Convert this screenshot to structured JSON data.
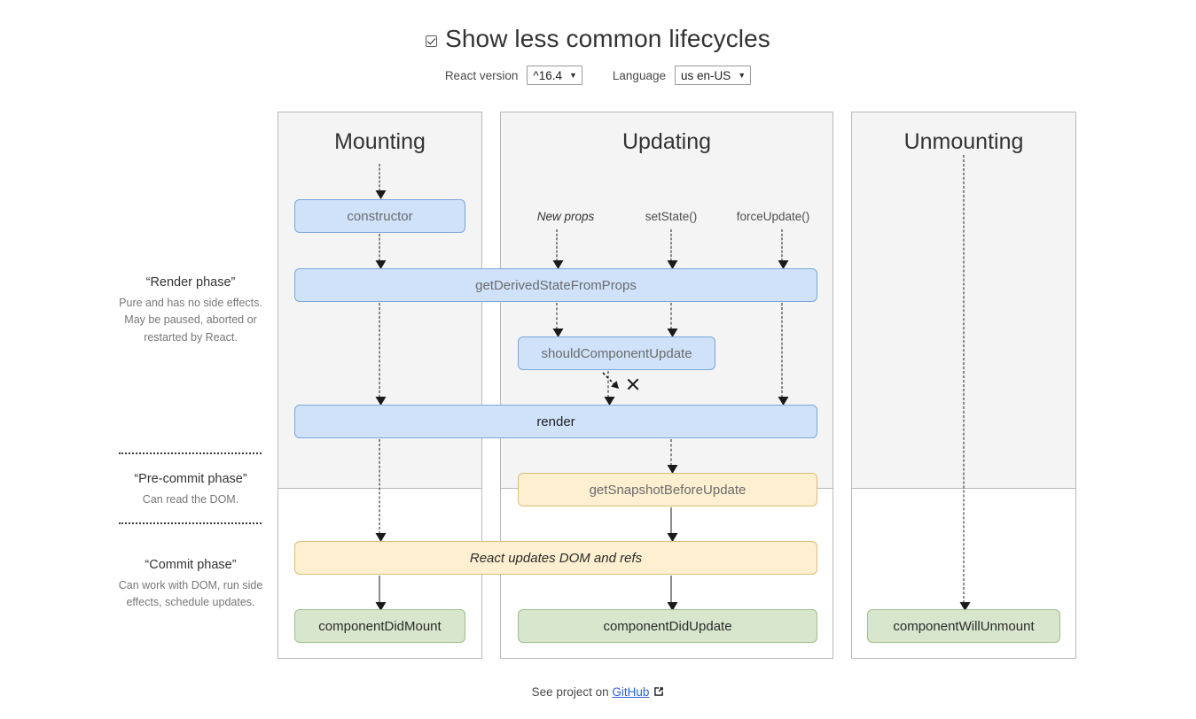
{
  "header": {
    "checkbox_label": "Show less common lifecycles",
    "checkbox_checked": true,
    "react_version_label": "React version",
    "react_version_value": "^16.4",
    "language_label": "Language",
    "language_value": "us en-US",
    "caret_icon": "chevron-down-icon"
  },
  "phases": [
    {
      "name": "“Render phase”",
      "desc": "Pure and has no side effects. May be paused, aborted or restarted by React."
    },
    {
      "name": "“Pre-commit phase”",
      "desc": "Can read the DOM."
    },
    {
      "name": "“Commit phase”",
      "desc": "Can work with DOM, run side effects, schedule updates."
    }
  ],
  "columns": [
    {
      "title": "Mounting"
    },
    {
      "title": "Updating"
    },
    {
      "title": "Unmounting"
    }
  ],
  "triggers": [
    {
      "label": "New props",
      "style": "italic"
    },
    {
      "label": "setState()",
      "style": "normal"
    },
    {
      "label": "forceUpdate()",
      "style": "normal"
    }
  ],
  "boxes": {
    "constructor": "constructor",
    "get_derived_state_from_props": "getDerivedStateFromProps",
    "should_component_update": "shouldComponentUpdate",
    "render": "render",
    "get_snapshot_before_update": "getSnapshotBeforeUpdate",
    "react_updates": "React updates DOM and refs",
    "component_did_mount": "componentDidMount",
    "component_did_update": "componentDidUpdate",
    "component_will_unmount": "componentWillUnmount"
  },
  "footer": {
    "text": "See project on",
    "link_label": "GitHub",
    "external_icon": "external-link-icon"
  },
  "colors": {
    "blue_fill": "#cfe2fa",
    "blue_border": "#7ba7db",
    "yellow_fill": "#fdefd0",
    "yellow_border": "#dcbd79",
    "green_fill": "#d7e6cd",
    "green_border": "#9dc08b",
    "column_gray": "#f4f4f4",
    "column_border": "#b9b9b9",
    "link": "#2b5fd9"
  }
}
